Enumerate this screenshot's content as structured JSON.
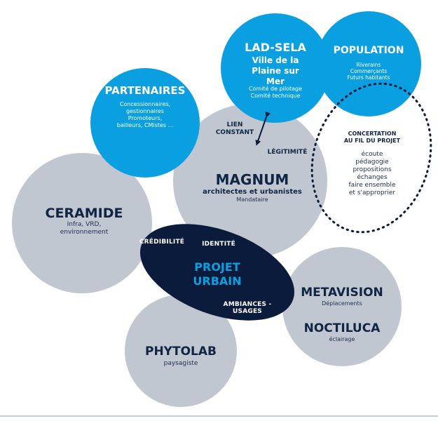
{
  "colors": {
    "grey_circle": "#c1c7d0",
    "blue_circle": "#0a9fe0",
    "navy": "#0b1b3b",
    "dark_text": "#102544",
    "dotted": "#0b1b3b"
  },
  "lad_sela": {
    "title": "LAD-SELA",
    "subtitle": "Ville de la Plaine sur Mer",
    "details": [
      "Comité de pilotage",
      "Comité technique"
    ]
  },
  "population": {
    "title": "POPULATION",
    "details": [
      "Riverains",
      "Commerçants",
      "Futurs habitants"
    ]
  },
  "partenaires": {
    "title": "PARTENAIRES",
    "details": [
      "Concessionnaires,",
      "gestionnaires",
      "Promoteurs,",
      "bailleurs, CMistes ..."
    ]
  },
  "magnum": {
    "title": "MAGNUM",
    "subtitle": "architectes et urbanistes",
    "role": "Mandataire"
  },
  "ceramide": {
    "title": "CERAMIDE",
    "details": [
      "Infra, VRD,",
      "environnement"
    ]
  },
  "projet": {
    "title_line1": "PROJET",
    "title_line2": "URBAIN",
    "tag_credibilite": "CRÉDIBILITÉ",
    "tag_identite": "IDENTITÉ",
    "tag_ambiances": "AMBIANCES - USAGES"
  },
  "metavision": {
    "title": "METAVISION",
    "role": "Déplacements"
  },
  "noctiluca": {
    "title": "NOCTILUCA",
    "role": "éclairage"
  },
  "phytolab": {
    "title": "PHYTOLAB",
    "role": "paysagiste"
  },
  "link": {
    "lien_line1": "LIEN",
    "lien_line2": "CONSTANT",
    "legitimite": "LÉGITIMITÉ"
  },
  "concertation": {
    "title_line1": "CONCERTATION",
    "title_line2": "AU FIL DU PROJET",
    "items": [
      "écoute",
      "pédagogie",
      "propositions",
      "échanges",
      "faire ensemble",
      "et s'approprier"
    ]
  }
}
